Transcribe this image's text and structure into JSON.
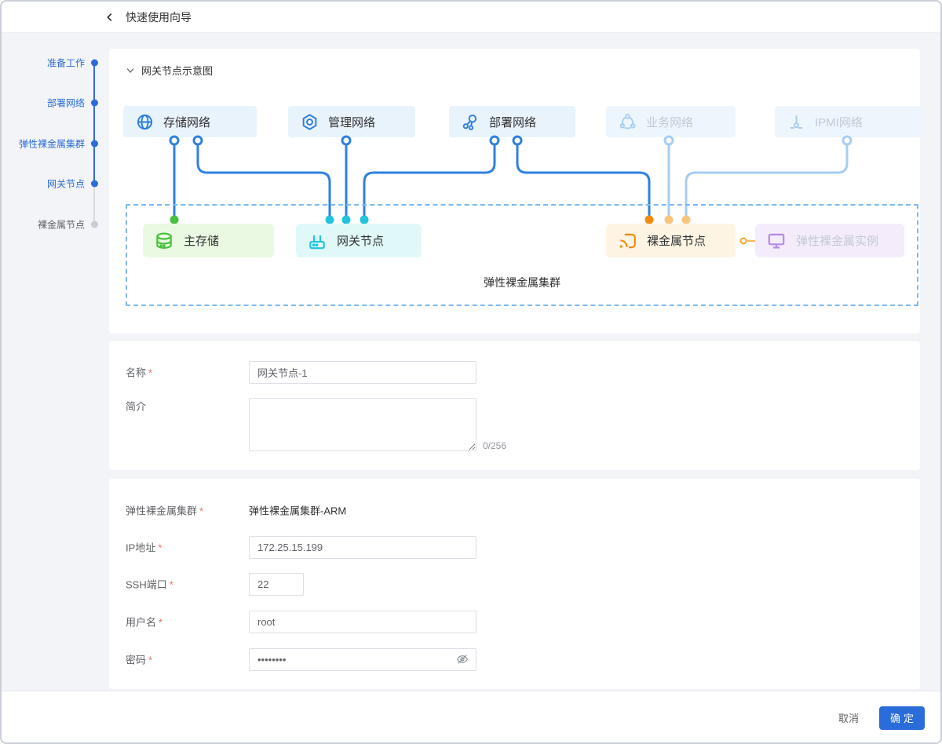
{
  "ui": {
    "required_mark": "*"
  },
  "header": {
    "title": "快速使用向导"
  },
  "stepper": {
    "items": [
      {
        "label": "准备工作",
        "state": "done"
      },
      {
        "label": "部署网络",
        "state": "done"
      },
      {
        "label": "弹性裸金属集群",
        "state": "done"
      },
      {
        "label": "网关节点",
        "state": "current"
      },
      {
        "label": "裸金属节点",
        "state": "pending"
      }
    ]
  },
  "diagram": {
    "section_title": "网关节点示意图",
    "cluster_label": "弹性裸金属集群",
    "networks": [
      {
        "label": "存储网络",
        "icon": "globe-icon",
        "state": "active"
      },
      {
        "label": "管理网络",
        "icon": "hexagon-nut-icon",
        "state": "active"
      },
      {
        "label": "部署网络",
        "icon": "nodes-icon",
        "state": "active"
      },
      {
        "label": "业务网络",
        "icon": "cluster-ring-icon",
        "state": "disabled"
      },
      {
        "label": "IPMI网络",
        "icon": "ground-connector-icon",
        "state": "disabled"
      }
    ],
    "nodes": [
      {
        "label": "主存储",
        "icon": "database-icon",
        "color": "green"
      },
      {
        "label": "网关节点",
        "icon": "router-icon",
        "color": "cyan"
      },
      {
        "label": "裸金属节点",
        "icon": "cast-icon",
        "color": "orange"
      },
      {
        "label": "弹性裸金属实例",
        "icon": "monitor-icon",
        "color": "purple",
        "state": "disabled"
      }
    ]
  },
  "form_basic": {
    "name_label": "名称",
    "name_value": "网关节点-1",
    "desc_label": "简介",
    "desc_counter": "0/256"
  },
  "form_cluster": {
    "cluster_label": "弹性裸金属集群",
    "cluster_value": "弹性裸金属集群-ARM",
    "ip_label": "IP地址",
    "ip_value": "172.25.15.199",
    "ssh_label": "SSH端口",
    "ssh_value": "22",
    "user_label": "用户名",
    "user_value": "root",
    "password_label": "密码",
    "password_value": "••••••••"
  },
  "footer": {
    "cancel_label": "取消",
    "confirm_label": "确定"
  },
  "colors": {
    "primary": "#2a6cd9",
    "wire_active": "#2f80e0",
    "wire_disabled": "#a6cdf3",
    "green": "#45c13a",
    "cyan": "#22c3dc",
    "orange": "#f28a0c",
    "orange_light": "#f9c57e",
    "purple": "#b589e6",
    "danger": "#f56c6c"
  }
}
